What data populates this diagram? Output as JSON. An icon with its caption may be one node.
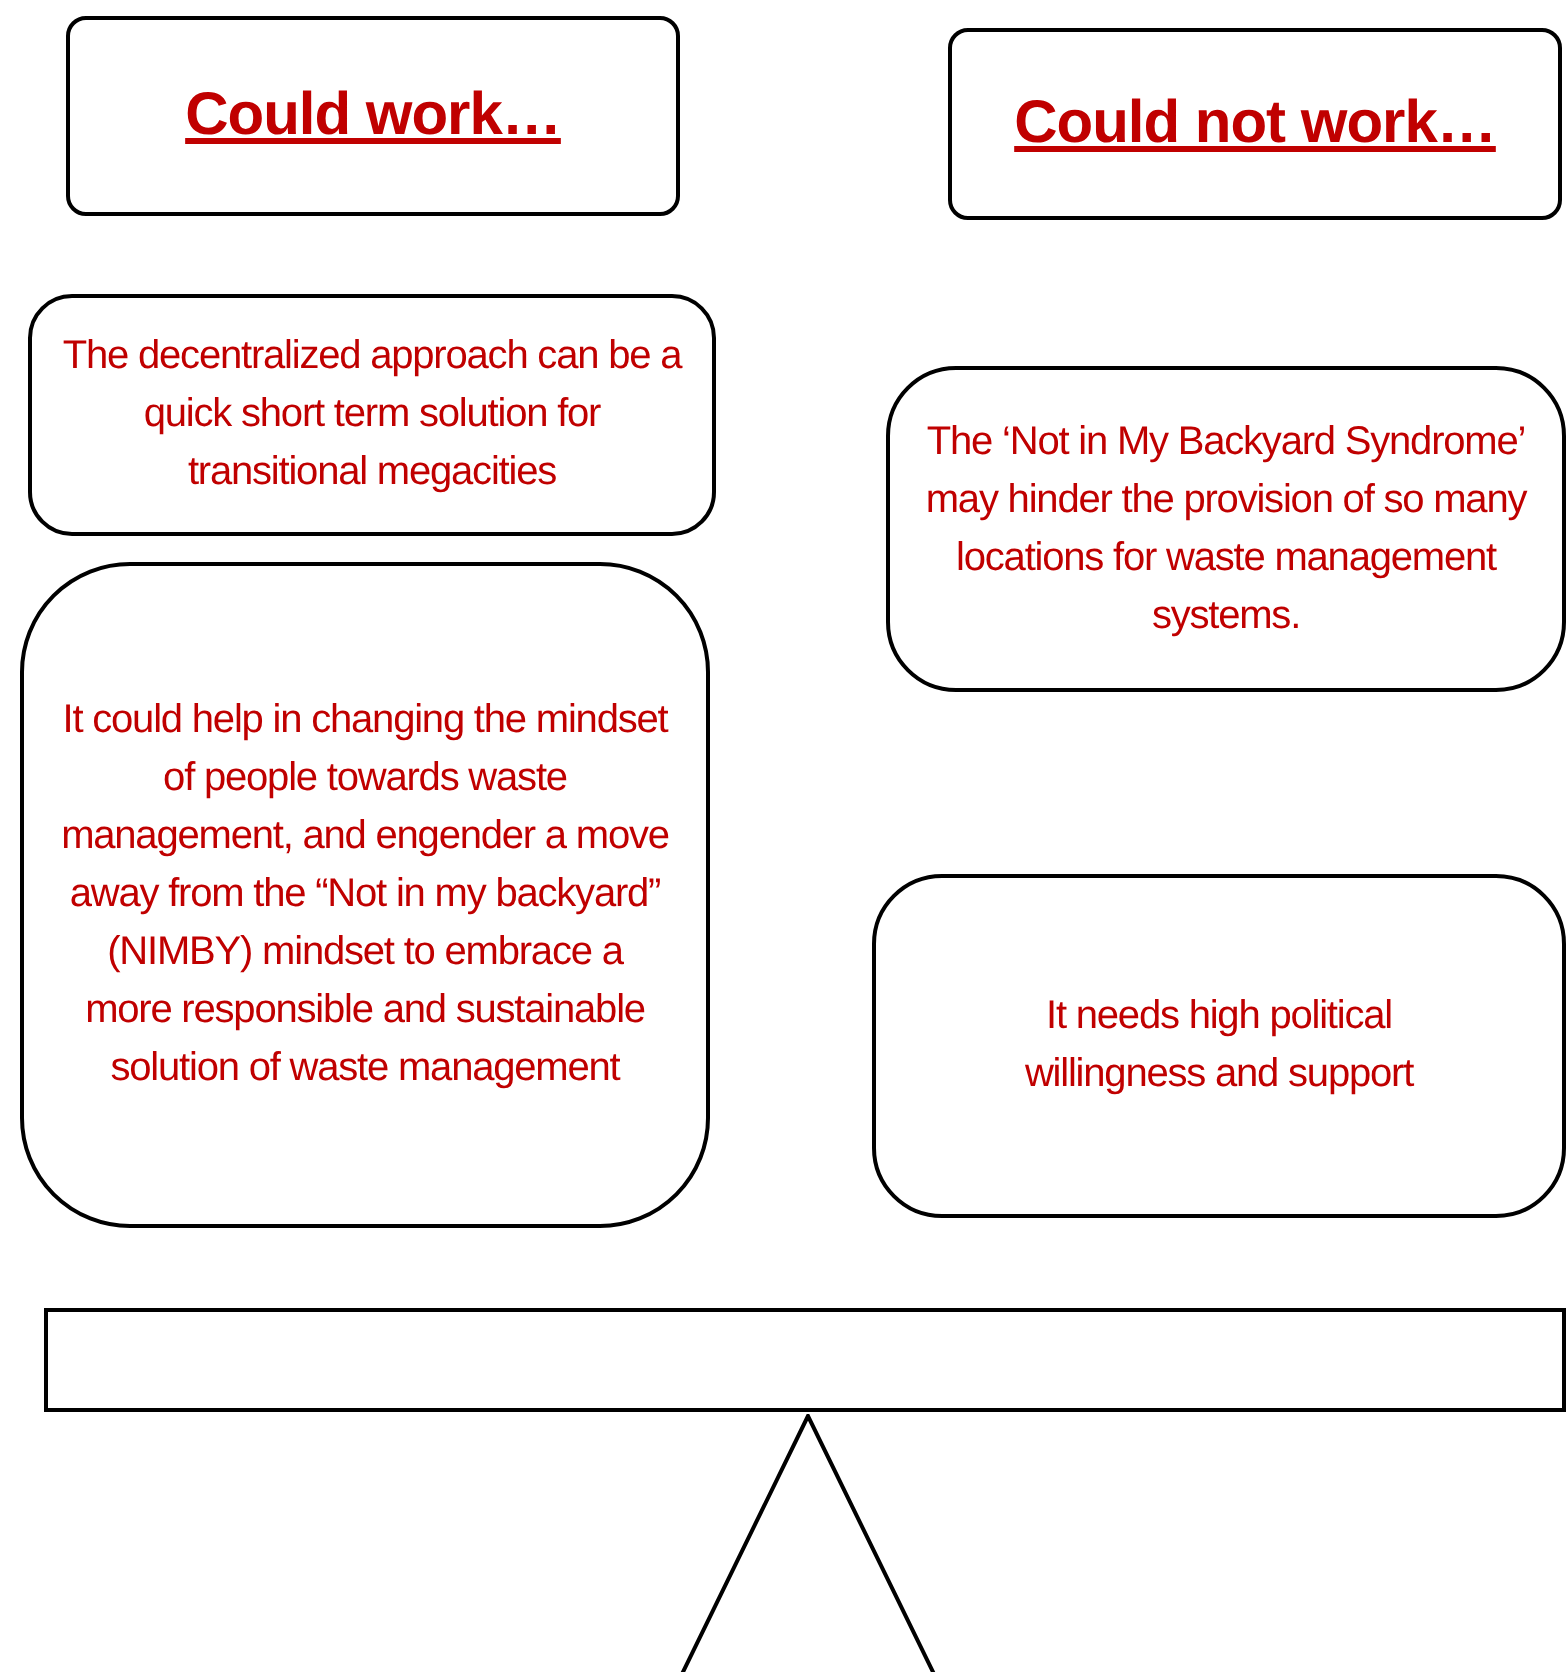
{
  "diagram": {
    "nodes": [
      {
        "text": [
          "Could work…"
        ]
      },
      {
        "text": [
          "Could not work…"
        ]
      },
      {
        "text": [
          "The decentralized approach can be a quick short term solution for transitional megacities"
        ]
      },
      {
        "text": [
          "It could help in changing the mindset of people towards waste management, and engender a move away from the “Not in my backyard” (NIMBY) mindset to embrace a more responsible and sustainable solution of waste management"
        ]
      },
      {
        "text": [
          "The ‘Not in My Backyard Syndrome’ may hinder the provision of so many locations for waste management systems."
        ]
      },
      {
        "text": [
          "It needs high political willingness and support"
        ]
      },
      {
        "text": [],
        "shape": "bar"
      },
      {
        "text": [],
        "shape": "triangle"
      }
    ]
  }
}
